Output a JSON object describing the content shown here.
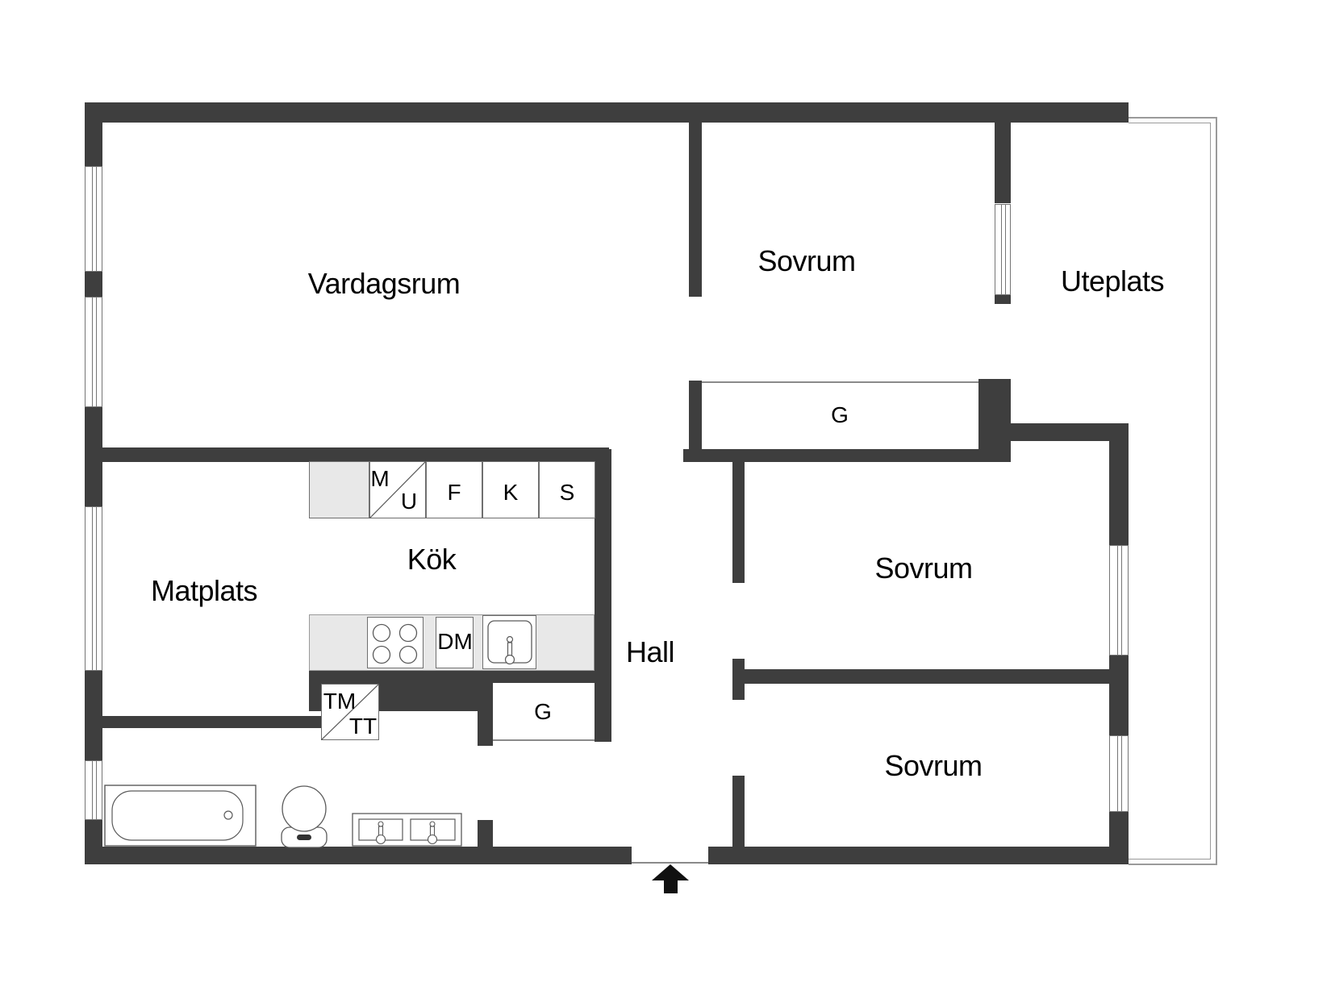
{
  "plan_type": "apartment-floor-plan",
  "rooms": {
    "vardagsrum": "Vardagsrum",
    "sovrum_1": "Sovrum",
    "uteplats": "Uteplats",
    "matplats": "Matplats",
    "kok": "Kök",
    "hall": "Hall",
    "sovrum_2": "Sovrum",
    "sovrum_3": "Sovrum"
  },
  "closets": {
    "g_sovrum": "G",
    "g_hall": "G"
  },
  "appliances": {
    "micro": "M",
    "oven": "U",
    "fridge": "F",
    "freezer": "K",
    "pantry": "S",
    "dishwasher": "DM",
    "washer": "TM",
    "dryer": "TT"
  },
  "colors": {
    "wall": "#3e3e3e",
    "thin_line": "#8a8a8a",
    "counter_fill": "#e8e8e8",
    "text": "#000000",
    "background": "#ffffff"
  }
}
